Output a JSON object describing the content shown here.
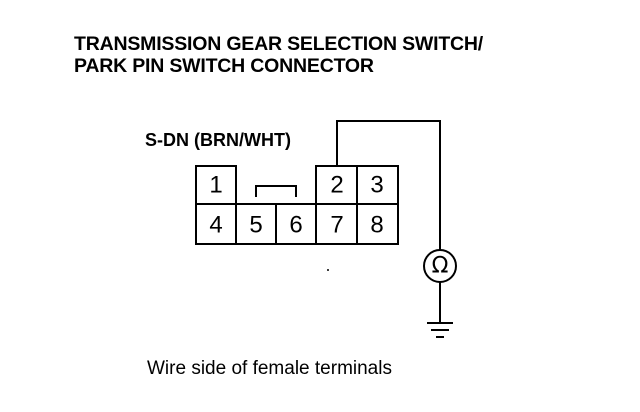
{
  "title": {
    "line1": "TRANSMISSION GEAR SELECTION SWITCH/",
    "line2": "PARK PIN SWITCH CONNECTOR"
  },
  "wire_label": "S-DN (BRN/WHT)",
  "connector": {
    "pins": [
      "1",
      "2",
      "3",
      "4",
      "5",
      "6",
      "7",
      "8"
    ]
  },
  "meter": {
    "symbol": "Ω",
    "icon": "ohmmeter-icon"
  },
  "ground": {
    "icon": "ground-icon"
  },
  "caption": "Wire side of female terminals"
}
